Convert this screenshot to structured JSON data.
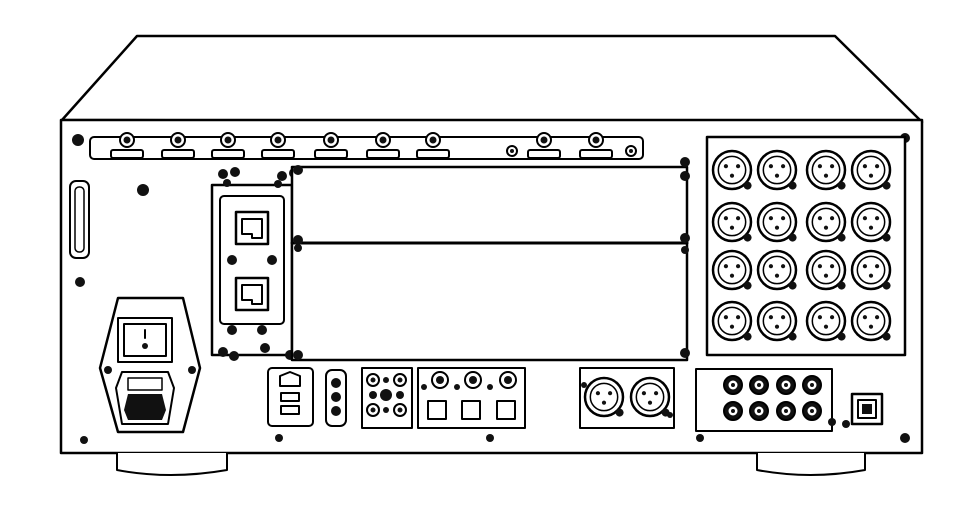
{
  "figure": {
    "subject": "rear-panel-line-drawing",
    "stroke_color": "#000000",
    "fill_color": "#ffffff",
    "dark_fill": "#111111"
  },
  "panel": {
    "bnc_connectors_top_row": 9,
    "xlr_matrix": {
      "rows": 4,
      "cols": 4
    },
    "rj45_ports_left_card": 2,
    "xlr_pair_bottom": 2,
    "small_circular_connectors_bottom_right": 8,
    "optical_ports": 3
  }
}
